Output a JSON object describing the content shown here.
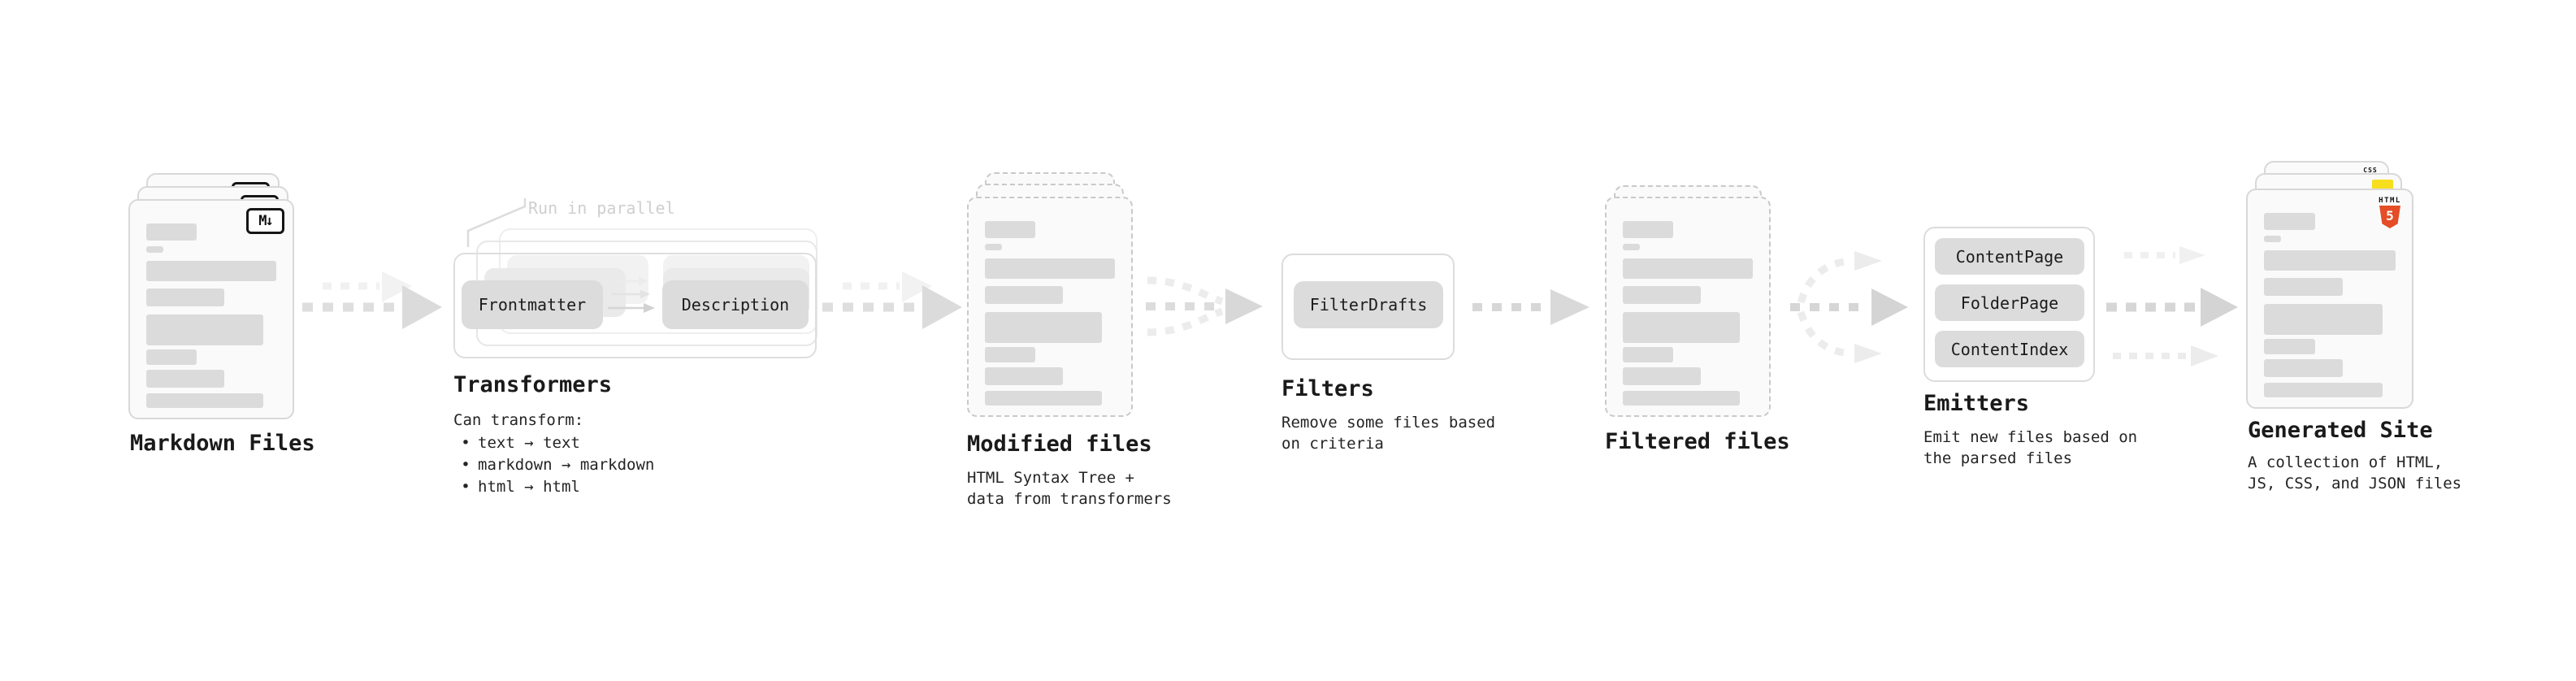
{
  "stages": {
    "markdown_files": {
      "label": "Markdown Files",
      "badge": "M↓"
    },
    "transformers": {
      "label": "Transformers",
      "note": "Run in parallel",
      "buttons": [
        "Frontmatter",
        "Description"
      ],
      "desc_title": "Can transform:",
      "bullet_char": "•",
      "desc_items": [
        "text → text",
        "markdown → markdown",
        "html → html"
      ]
    },
    "modified_files": {
      "label": "Modified files",
      "desc": "HTML Syntax Tree +\ndata from transformers"
    },
    "filters": {
      "label": "Filters",
      "button": "FilterDrafts",
      "desc": "Remove some files based\non criteria"
    },
    "filtered_files": {
      "label": "Filtered files"
    },
    "emitters": {
      "label": "Emitters",
      "buttons": [
        "ContentPage",
        "FolderPage",
        "ContentIndex"
      ],
      "desc": "Emit new files based on\nthe parsed files"
    },
    "generated_site": {
      "label": "Generated Site",
      "desc": "A collection of HTML,\nJS, CSS, and JSON files",
      "badges": {
        "css": "CSS",
        "html_top": "HTML",
        "html_num": "5"
      }
    }
  },
  "colors": {
    "text": "#1c1c1c",
    "note_muted": "#cfcfcf",
    "card_bg": "#fafafa",
    "card_border": "#d8d8d8",
    "dashed_border": "#c9c9c9",
    "skeleton": "#dbdbdb",
    "button_bg": "#dcdcdc",
    "arrow_dash": "#dedede",
    "arrow_light": "#efefef",
    "html5_orange": "#e44d26",
    "js_yellow": "#f7df1e",
    "css_blue": "#2760e6"
  }
}
